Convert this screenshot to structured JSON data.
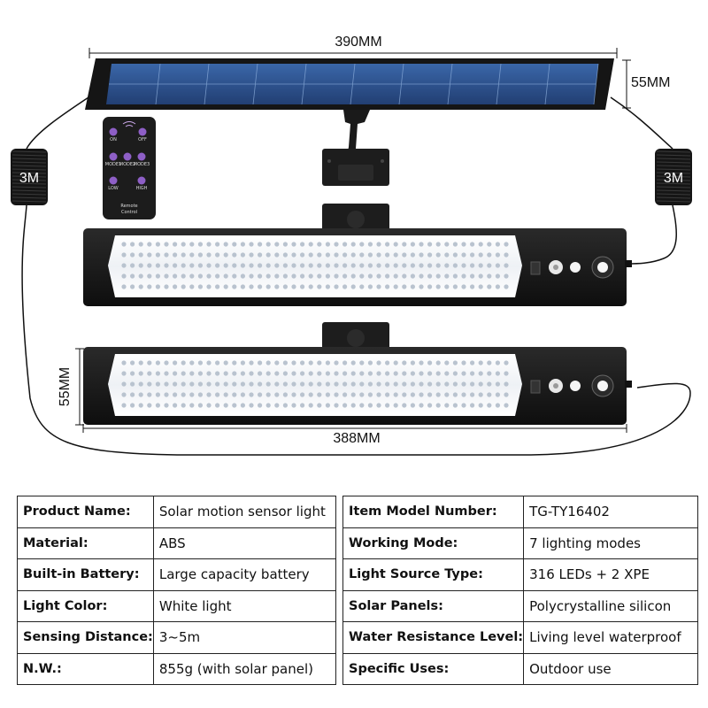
{
  "dimensions": {
    "panel_width": "390MM",
    "panel_height": "55MM",
    "cable_left": "3M",
    "cable_right": "3M",
    "lamp_height": "55MM",
    "lamp_width": "388MM"
  },
  "remote": {
    "buttons": [
      "ON",
      "OFF",
      "MODE1",
      "MODE2",
      "MODE3",
      "LOW",
      "HIGH"
    ],
    "label_line1": "Remote",
    "label_line2": "Control"
  },
  "specs_left": [
    {
      "key": "Product Name:",
      "value": "Solar motion sensor light"
    },
    {
      "key": "Material:",
      "value": "ABS"
    },
    {
      "key": "Built-in Battery:",
      "value": "Large capacity battery"
    },
    {
      "key": "Light Color:",
      "value": "White light"
    },
    {
      "key": "Sensing Distance:",
      "value": "3~5m"
    },
    {
      "key": "N.W.:",
      "value": "855g (with solar panel)"
    }
  ],
  "specs_right": [
    {
      "key": "Item Model Number:",
      "value": "TG-TY16402"
    },
    {
      "key": "Working Mode:",
      "value": "7 lighting modes"
    },
    {
      "key": "Light Source Type:",
      "value": "316 LEDs + 2 XPE"
    },
    {
      "key": "Solar Panels:",
      "value": "Polycrystalline silicon"
    },
    {
      "key": "Water Resistance Level:",
      "value": "Living level waterproof"
    },
    {
      "key": "Specific Uses:",
      "value": "Outdoor use"
    }
  ],
  "colors": {
    "solar_cell": "#2b4f8c",
    "housing": "#1b1b1b",
    "led_bg": "#f2f4f7",
    "led_dot": "#b9c3cf"
  }
}
